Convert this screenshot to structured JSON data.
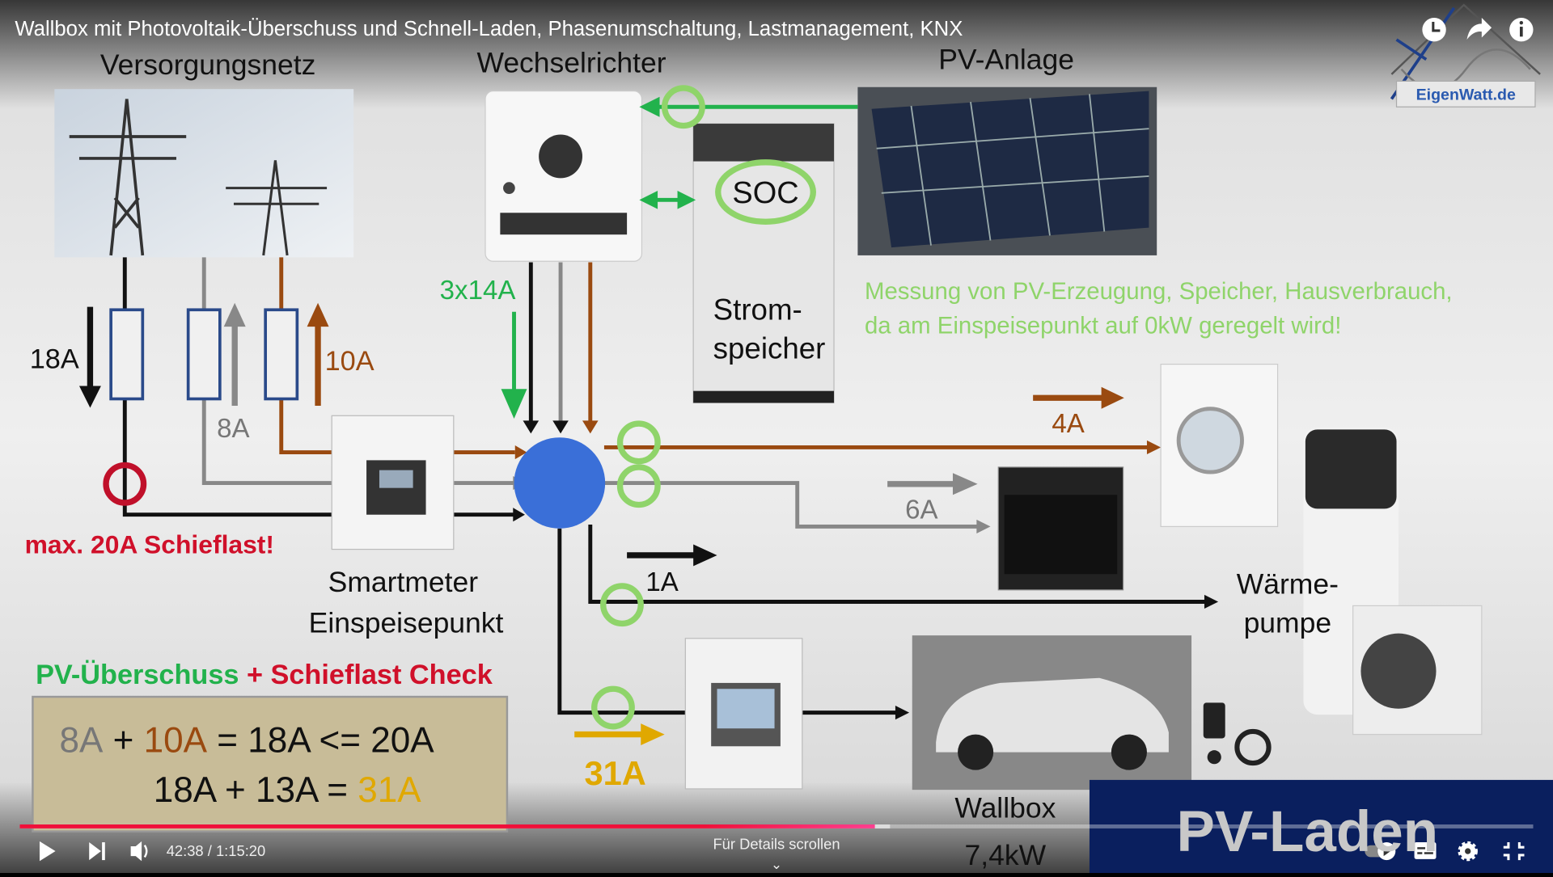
{
  "video": {
    "title": "Wallbox mit Photovoltaik-Überschuss und Schnell-Laden, Phasenumschaltung, Lastmanagement, KNX",
    "logo_text": "EigenWatt.de",
    "time_current": "42:38",
    "time_separator": " / ",
    "time_total": "1:15:20",
    "progress_fraction": 0.565,
    "buffered_fraction": 0.575,
    "scroll_hint": "Für Details scrollen",
    "scroll_chevron": "⌄",
    "top_icons": [
      "watch-later-icon",
      "share-icon",
      "info-icon"
    ],
    "control_icons": [
      "play-icon",
      "next-icon",
      "volume-icon",
      "autoplay-toggle",
      "subtitles-icon",
      "settings-icon",
      "exit-fullscreen-icon"
    ],
    "accent_color": "#ff0033"
  },
  "diagram": {
    "grid_label": "Versorgungsnetz",
    "inverter_label": "Wechselrichter",
    "pv_label": "PV-Anlage",
    "soc": "SOC",
    "storage_line1": "Strom-",
    "storage_line2": "speicher",
    "measure_line1": "Messung von PV-Erzeugung, Speicher, Hausverbrauch,",
    "measure_line2": "da am Einspeisepunkt auf 0kW geregelt wird!",
    "current_18a": "18A",
    "current_8a": "8A",
    "current_10a": "10A",
    "current_3x14a": "3x14A",
    "current_4a": "4A",
    "current_6a": "6A",
    "current_1a": "1A",
    "current_31a": "31A",
    "max_unbalanced": "max. 20A Schieflast!",
    "smartmeter_line1": "Smartmeter",
    "smartmeter_line2": "Einspeisepunkt",
    "heatpump_line1": "Wärme-",
    "heatpump_line2": "pumpe",
    "wallbox_line1": "Wallbox",
    "wallbox_line2": "7,4kW",
    "check_title_green": "PV-Überschuss",
    "check_title_red": " + Schieflast Check",
    "formula1": {
      "a": "8A",
      "p1": " + ",
      "b": "10A",
      "rest": " = 18A <= 20A"
    },
    "formula2": {
      "rest": "18A + 13A = ",
      "result": "31A"
    },
    "banner": "PV-Laden",
    "colors": {
      "green": "#22b24c",
      "light_green": "#8fd46a",
      "red": "#d0102a",
      "orange": "#e0a800",
      "brown": "#9a4a10",
      "blue": "#3a6fd8",
      "navy": "#0a1f5e"
    }
  }
}
